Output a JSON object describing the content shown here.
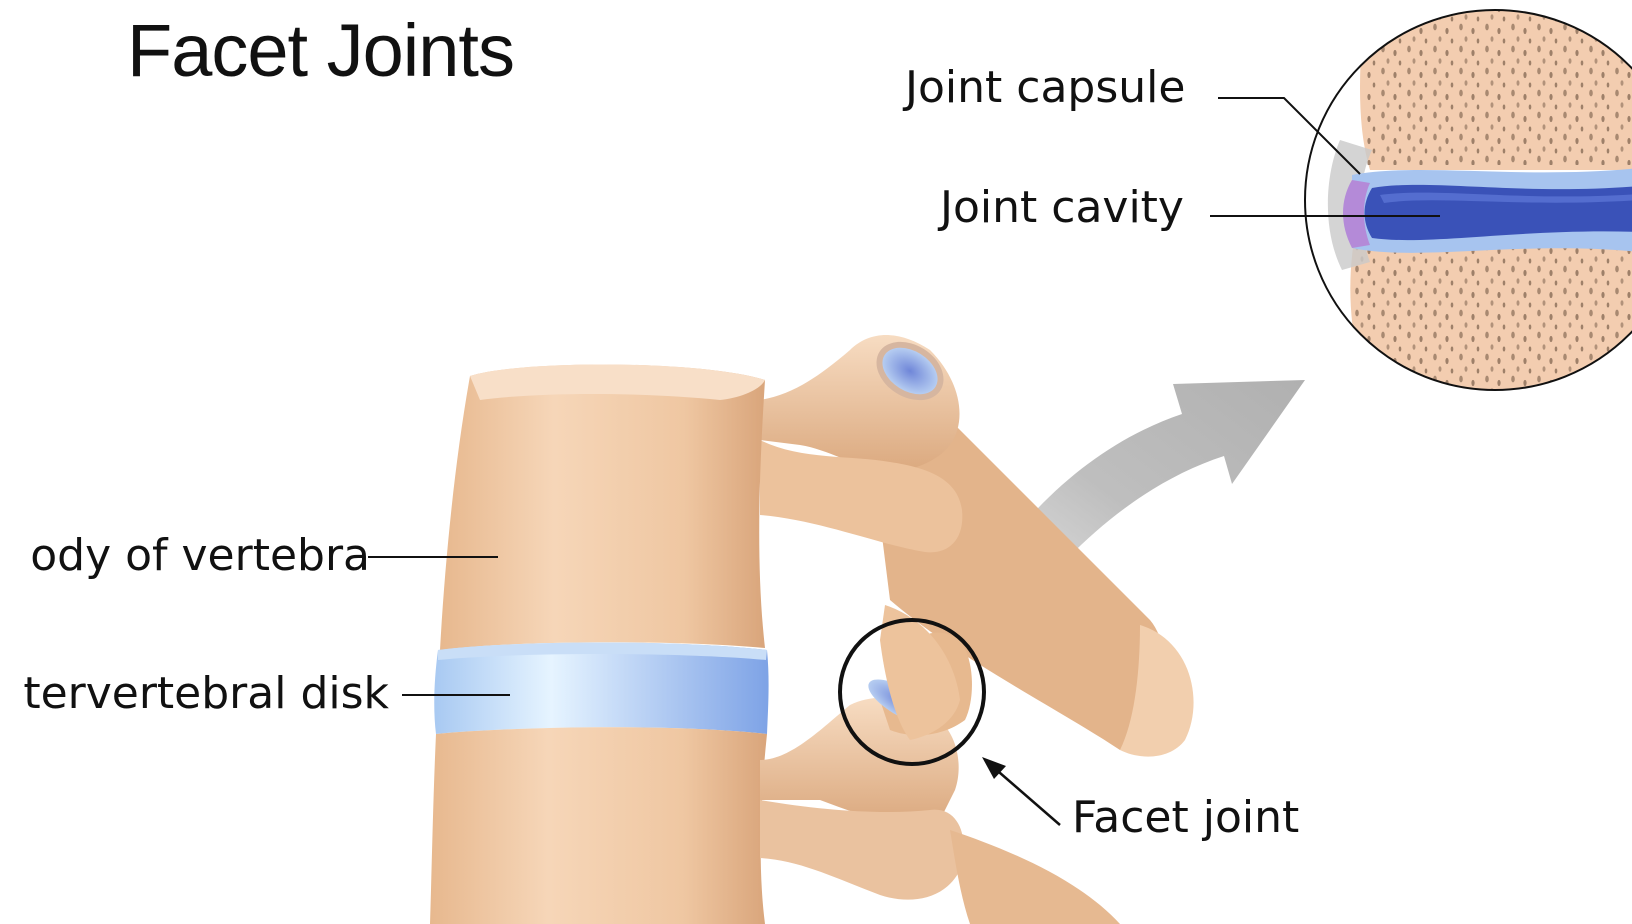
{
  "title": "Facet Joints",
  "labels": {
    "joint_capsule": "Joint capsule",
    "joint_cavity": "Joint cavity",
    "body_of_vertebra": "ody of vertebra",
    "intervertebral_disk": "tervertebral disk",
    "facet_joint": "Facet joint"
  },
  "colors": {
    "bone": "#f0c9a4",
    "bone_shadow": "#d9a77d",
    "cartilage": "#9fc0ee",
    "cavity": "#3a52b8",
    "capsule_purple": "#b48ad8",
    "arrow_gray": "#b5b5b5",
    "text": "#111111"
  }
}
